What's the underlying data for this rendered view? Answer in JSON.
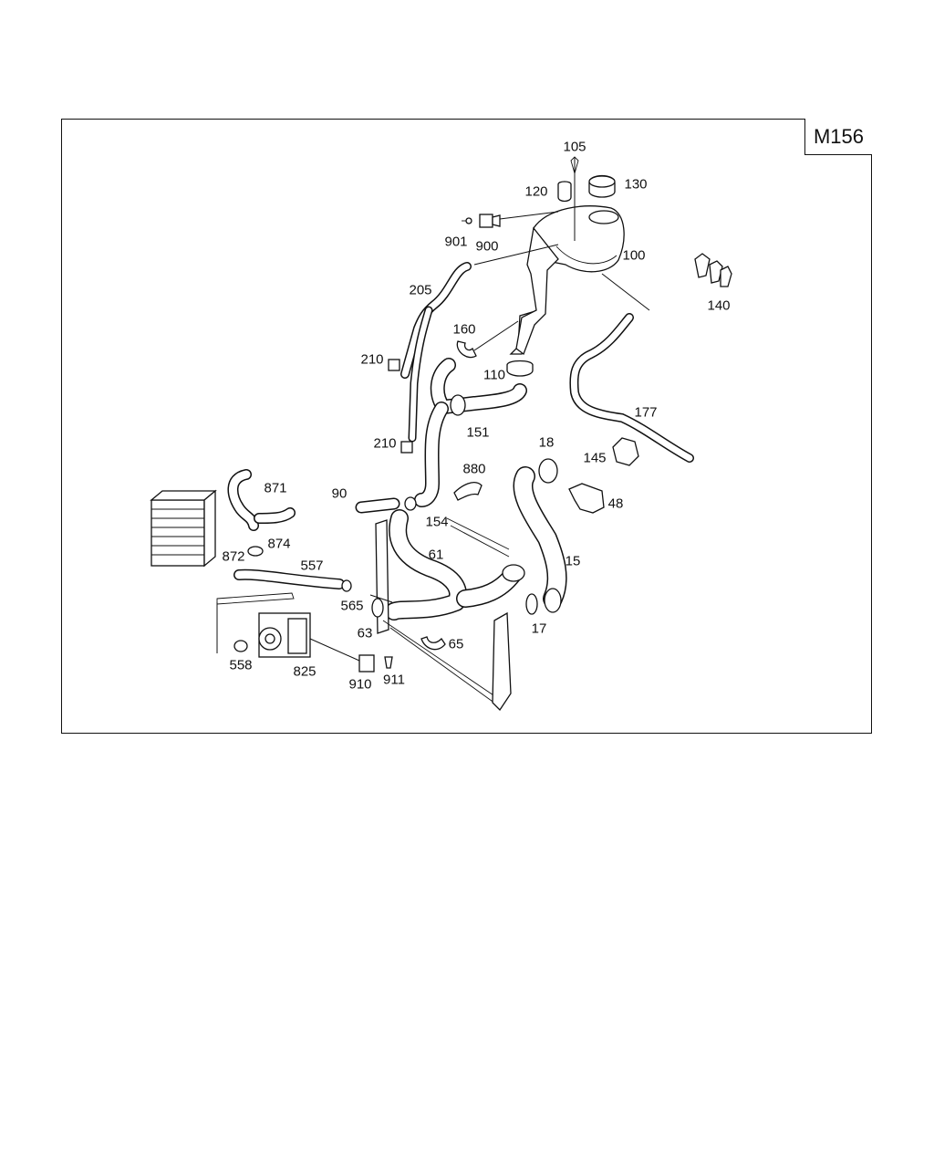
{
  "diagram": {
    "engine_code": "M156",
    "callouts": [
      {
        "id": "105",
        "text": "105"
      },
      {
        "id": "120",
        "text": "120"
      },
      {
        "id": "130",
        "text": "130"
      },
      {
        "id": "901",
        "text": "901"
      },
      {
        "id": "900",
        "text": "900"
      },
      {
        "id": "100",
        "text": "100"
      },
      {
        "id": "140",
        "text": "140"
      },
      {
        "id": "205",
        "text": "205"
      },
      {
        "id": "160",
        "text": "160"
      },
      {
        "id": "210a",
        "text": "210"
      },
      {
        "id": "110",
        "text": "110"
      },
      {
        "id": "177",
        "text": "177"
      },
      {
        "id": "151",
        "text": "151"
      },
      {
        "id": "210b",
        "text": "210"
      },
      {
        "id": "18",
        "text": "18"
      },
      {
        "id": "145",
        "text": "145"
      },
      {
        "id": "880",
        "text": "880"
      },
      {
        "id": "871",
        "text": "871"
      },
      {
        "id": "90",
        "text": "90"
      },
      {
        "id": "48",
        "text": "48"
      },
      {
        "id": "154",
        "text": "154"
      },
      {
        "id": "874",
        "text": "874"
      },
      {
        "id": "872",
        "text": "872"
      },
      {
        "id": "61",
        "text": "61"
      },
      {
        "id": "557",
        "text": "557"
      },
      {
        "id": "15",
        "text": "15"
      },
      {
        "id": "565",
        "text": "565"
      },
      {
        "id": "17",
        "text": "17"
      },
      {
        "id": "63",
        "text": "63"
      },
      {
        "id": "65",
        "text": "65"
      },
      {
        "id": "558",
        "text": "558"
      },
      {
        "id": "825",
        "text": "825"
      },
      {
        "id": "910",
        "text": "910"
      },
      {
        "id": "911",
        "text": "911"
      }
    ]
  }
}
